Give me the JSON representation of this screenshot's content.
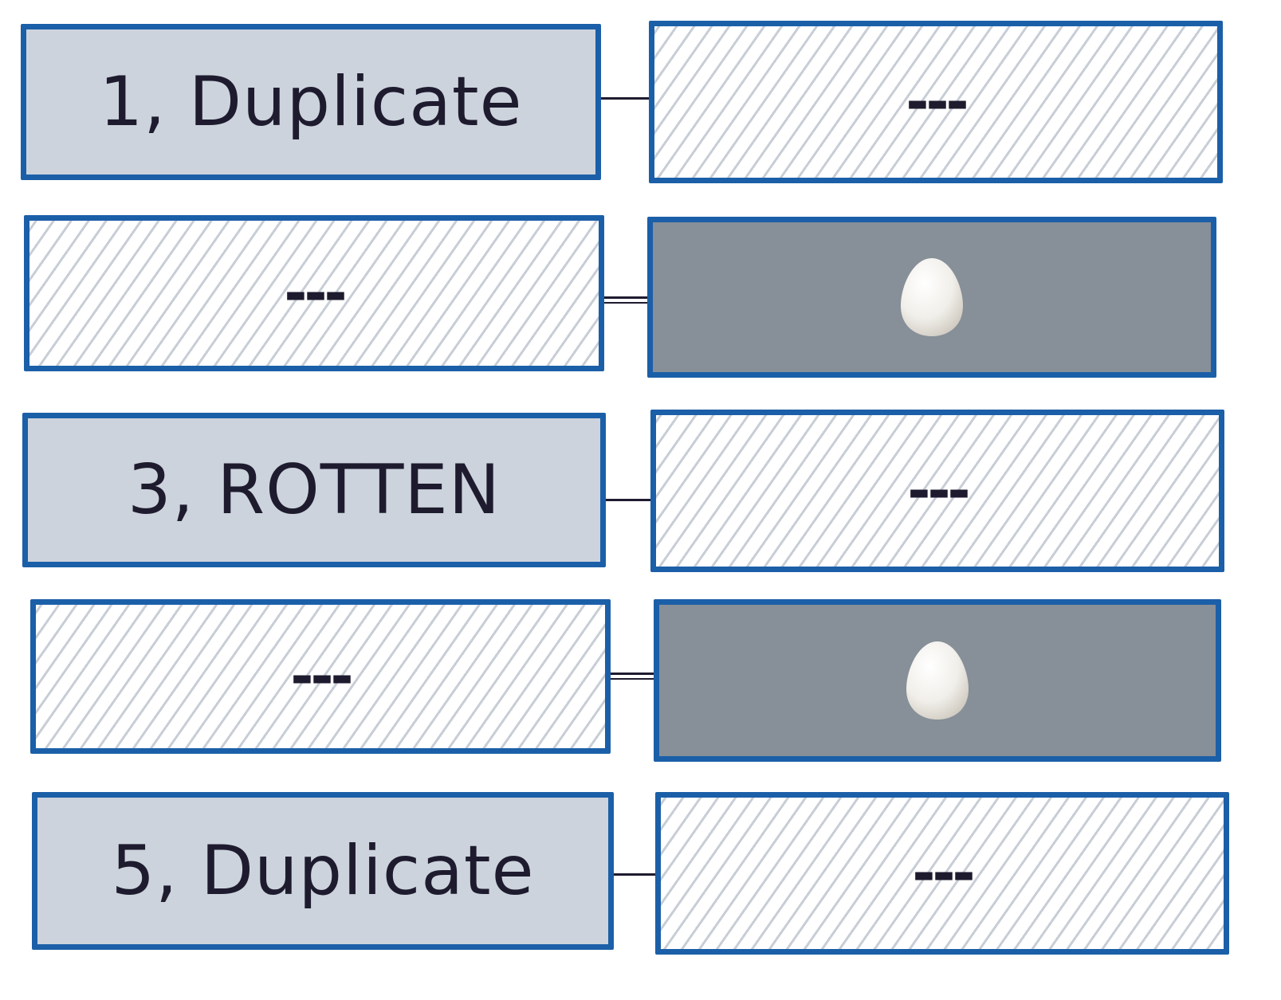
{
  "colors": {
    "stroke": "#1b5fa8",
    "label_fill": "#ccd3dc",
    "hatch": "#c8ced6",
    "slot_fill": "#878f98",
    "ink": "#1e1b2f",
    "egg": "#f3f1ec"
  },
  "rows": [
    {
      "left": {
        "kind": "label",
        "text": "1, Duplicate"
      },
      "right": {
        "kind": "empty",
        "text": "---"
      }
    },
    {
      "left": {
        "kind": "empty",
        "text": "---"
      },
      "right": {
        "kind": "egg",
        "icon": "egg-icon"
      }
    },
    {
      "left": {
        "kind": "label",
        "text": "3, ROTTEN"
      },
      "right": {
        "kind": "empty",
        "text": "---"
      }
    },
    {
      "left": {
        "kind": "empty",
        "text": "---"
      },
      "right": {
        "kind": "egg",
        "icon": "egg-icon"
      }
    },
    {
      "left": {
        "kind": "label",
        "text": "5, Duplicate"
      },
      "right": {
        "kind": "empty",
        "text": "---"
      }
    }
  ]
}
